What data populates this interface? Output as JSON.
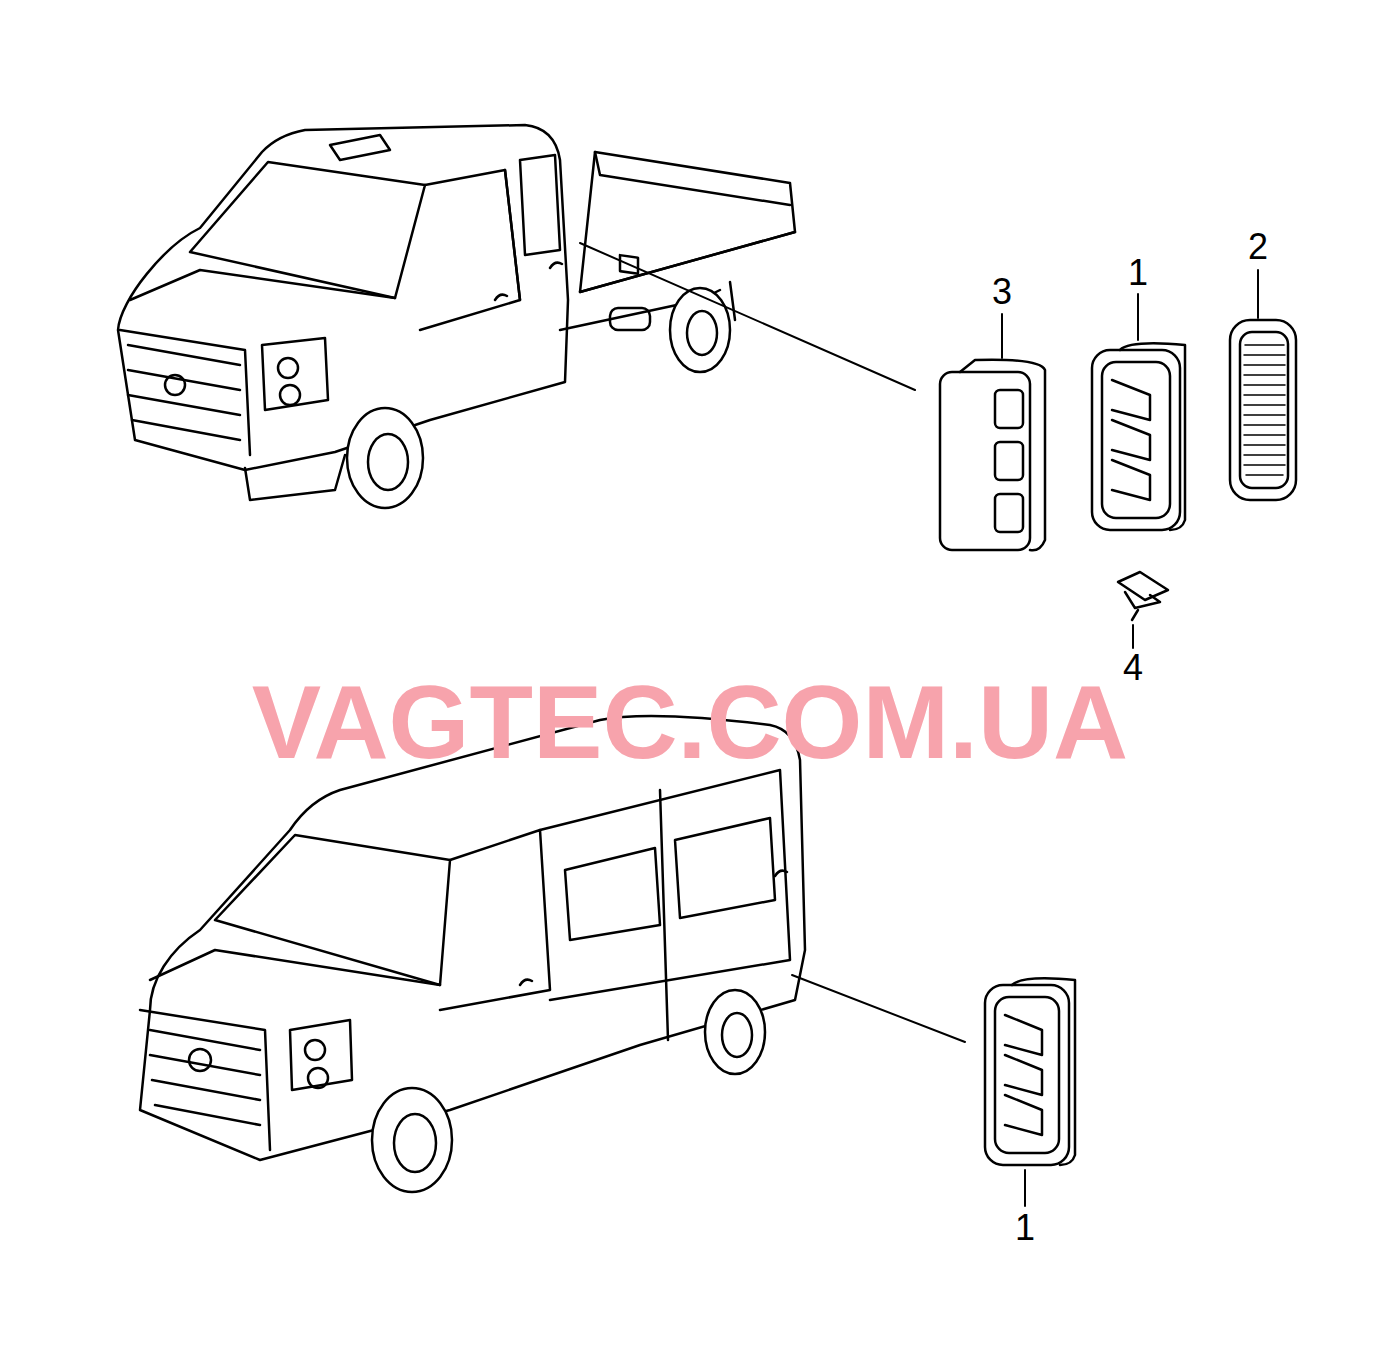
{
  "diagram": {
    "labels": [
      "2",
      "3",
      "1",
      "4",
      "VAGTEC.COM.UA",
      "1"
    ]
  }
}
